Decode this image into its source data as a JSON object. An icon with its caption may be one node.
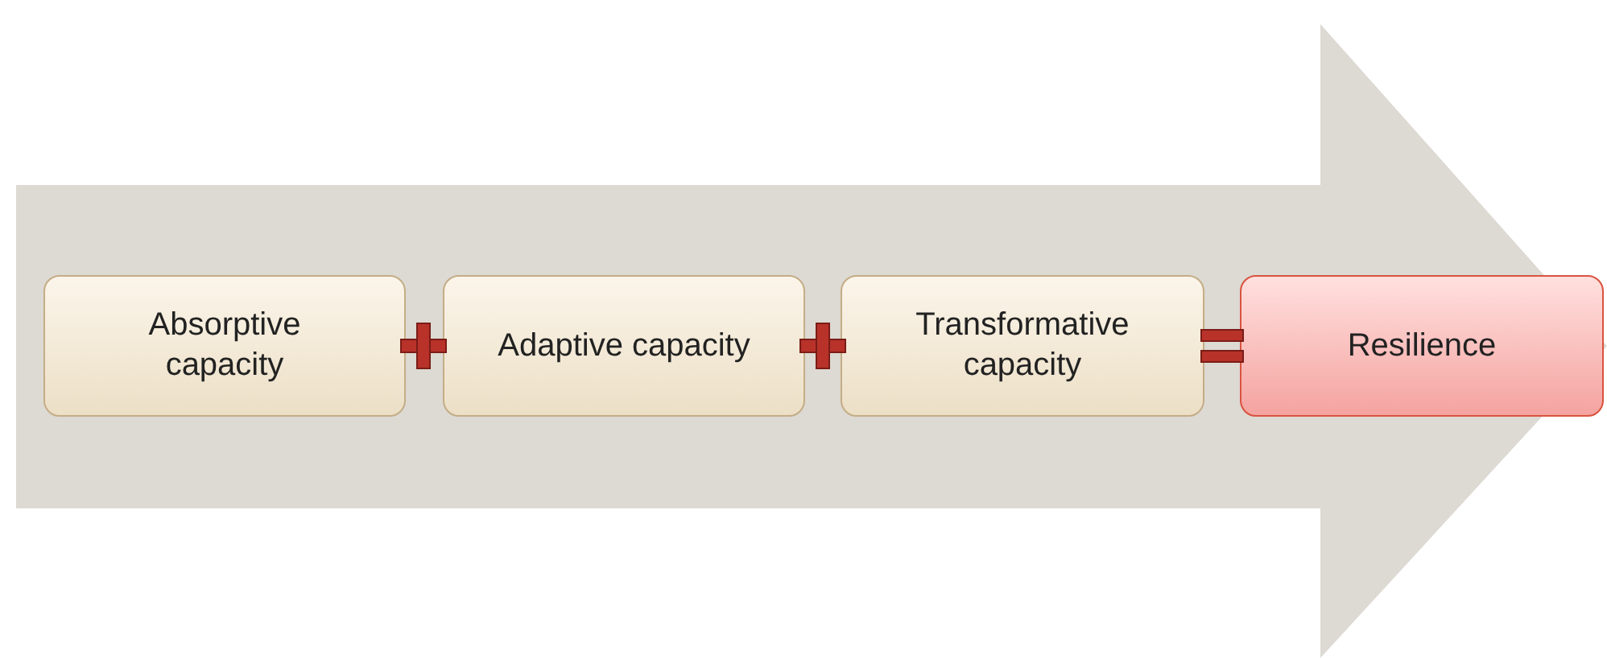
{
  "diagram": {
    "nodes": [
      {
        "text": [],
        "shape": "arrow"
      },
      {
        "text": [
          "Absorptive capacity"
        ],
        "in": 0
      },
      {
        "text": [
          "Adaptive capacity"
        ],
        "in": 0
      },
      {
        "text": [
          "Transformative capacity"
        ],
        "in": 0
      },
      {
        "text": [
          "Resilience"
        ],
        "in": 0
      }
    ]
  }
}
